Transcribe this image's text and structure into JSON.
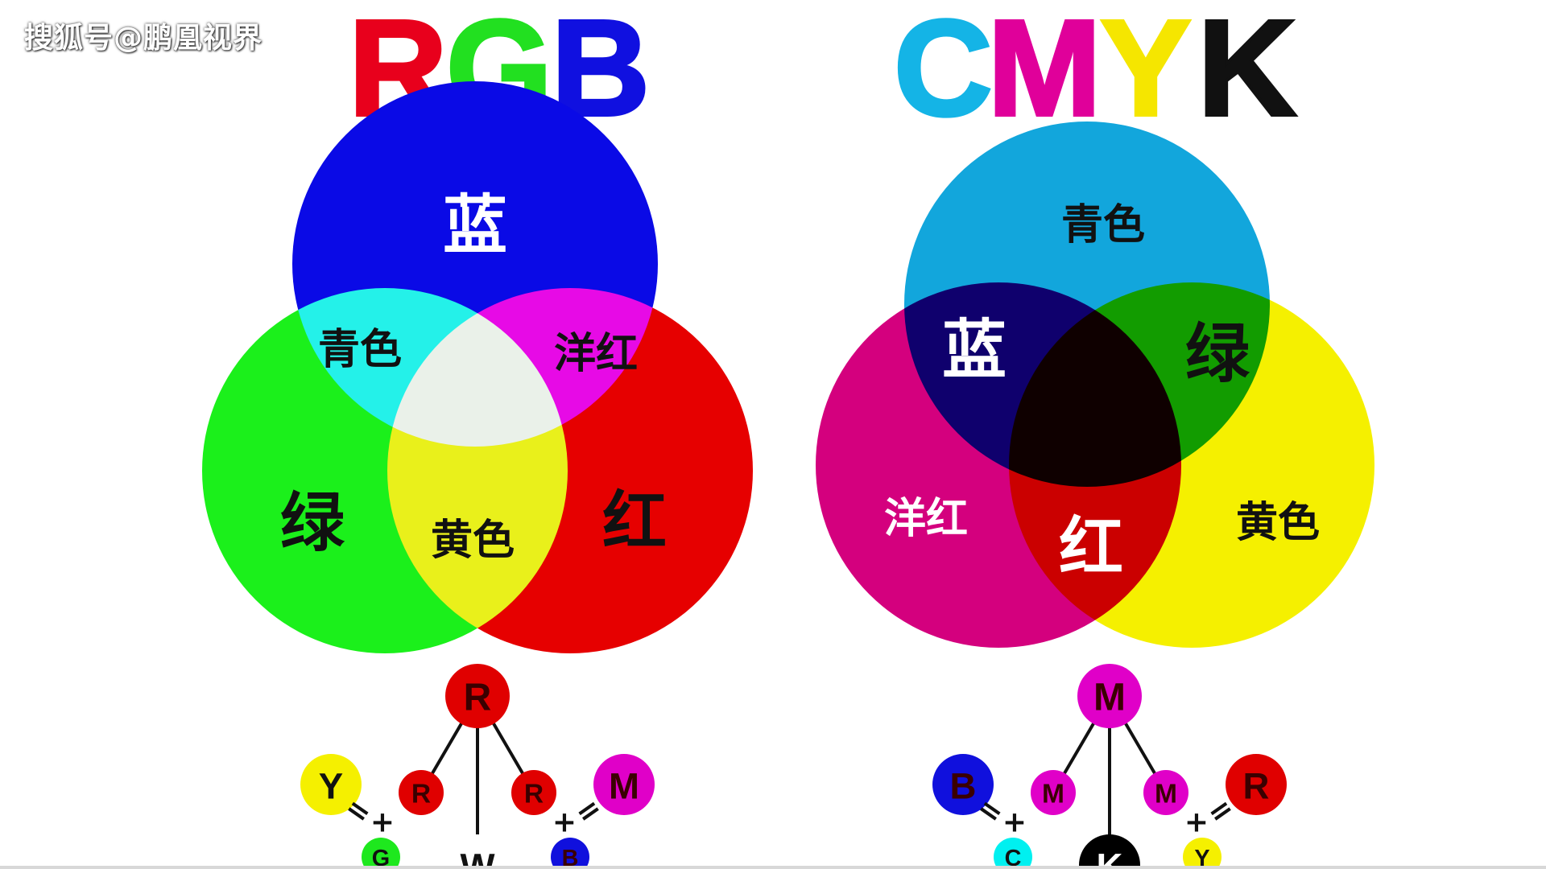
{
  "watermark": "搜狐号@鹏凰视界",
  "rgb": {
    "title": [
      {
        "ch": "R",
        "color": "#e8001c"
      },
      {
        "ch": "G",
        "color": "#22e020"
      },
      {
        "ch": "B",
        "color": "#1010e0"
      }
    ],
    "colors": {
      "blue": "#0a0ae6",
      "green": "#1bf01b",
      "red": "#e60000"
    },
    "labels": {
      "blue": "蓝",
      "green": "绿",
      "red": "红",
      "cyan": "青色",
      "magenta": "洋红",
      "yellow": "黄色"
    },
    "formula": {
      "top": "R",
      "left_result": "Y",
      "left_a": "R",
      "left_b": "G",
      "right_a": "R",
      "right_result": "M",
      "right_b": "B",
      "bottom": "W",
      "eq": "=",
      "plus": "+"
    }
  },
  "cmyk": {
    "title": [
      {
        "ch": "C",
        "color": "#14b4e6"
      },
      {
        "ch": "M",
        "color": "#e0009a"
      },
      {
        "ch": "Y",
        "color": "#f5e600"
      },
      {
        "ch": "K",
        "color": "#111111"
      }
    ],
    "colors": {
      "cyan": "#12a6dc",
      "magenta": "#d4007e",
      "yellow": "#f5f000"
    },
    "labels": {
      "cyan": "青色",
      "magenta": "洋红",
      "yellow": "黄色",
      "blue": "蓝",
      "green": "绿",
      "red": "红"
    },
    "formula": {
      "top": "M",
      "left_result": "B",
      "left_a": "M",
      "left_b": "C",
      "right_a": "M",
      "right_result": "R",
      "right_b": "Y",
      "bottom": "K",
      "eq": "=",
      "plus": "+"
    }
  },
  "formula_colors": {
    "R": "#e00000",
    "G": "#1ee81e",
    "B": "#1010dd",
    "Y": "#f5f000",
    "M": "#e000c8",
    "C": "#00f0f0",
    "K": "#000000",
    "W": "#ffffff"
  }
}
